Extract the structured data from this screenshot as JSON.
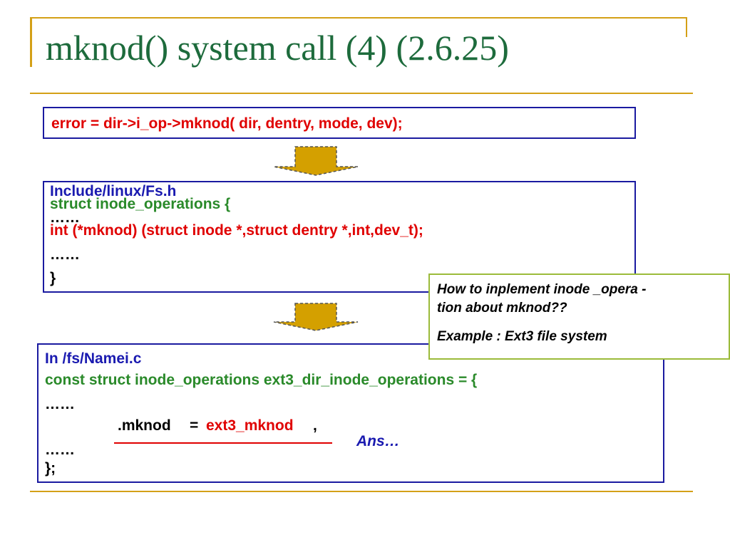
{
  "slide": {
    "title": "mknod() system call  (4) (2.6.25)"
  },
  "box1": {
    "code": "error = dir->i_op->mknod( dir, dentry, mode, dev);"
  },
  "box2": {
    "header": "Include/linux/Fs.h",
    "struct_open": "struct inode_operations {",
    "ellipsis1": "……",
    "mknod_decl": "int (*mknod) (struct inode *,struct dentry *,int,dev_t);",
    "ellipsis2": "……",
    "close": "}"
  },
  "note": {
    "question_line1": "How to inplement inode _opera -",
    "question_line2": "tion about mknod??",
    "example": "Example : Ext3 file system"
  },
  "box3": {
    "header": "In /fs/Namei.c",
    "struct_def": "const struct inode_operations ext3_dir_inode_operations = {",
    "ellipsis1": "……",
    "assign_field": ".mknod",
    "assign_eq": "=",
    "assign_value": "ext3_mknod",
    "assign_comma": ",",
    "answer": "Ans…",
    "ellipsis2": "……",
    "close": "};"
  },
  "colors": {
    "title": "#1d6b3c",
    "box_border": "#1a1aa0",
    "note_border": "#9bbb3a",
    "arrow_fill": "#d4a000",
    "accent_gold": "#d4a017",
    "code_red": "#e00000",
    "code_green": "#2a8a2a",
    "code_blue": "#1a1ab0"
  },
  "icons": [
    "down-arrow-icon",
    "down-arrow-icon"
  ]
}
